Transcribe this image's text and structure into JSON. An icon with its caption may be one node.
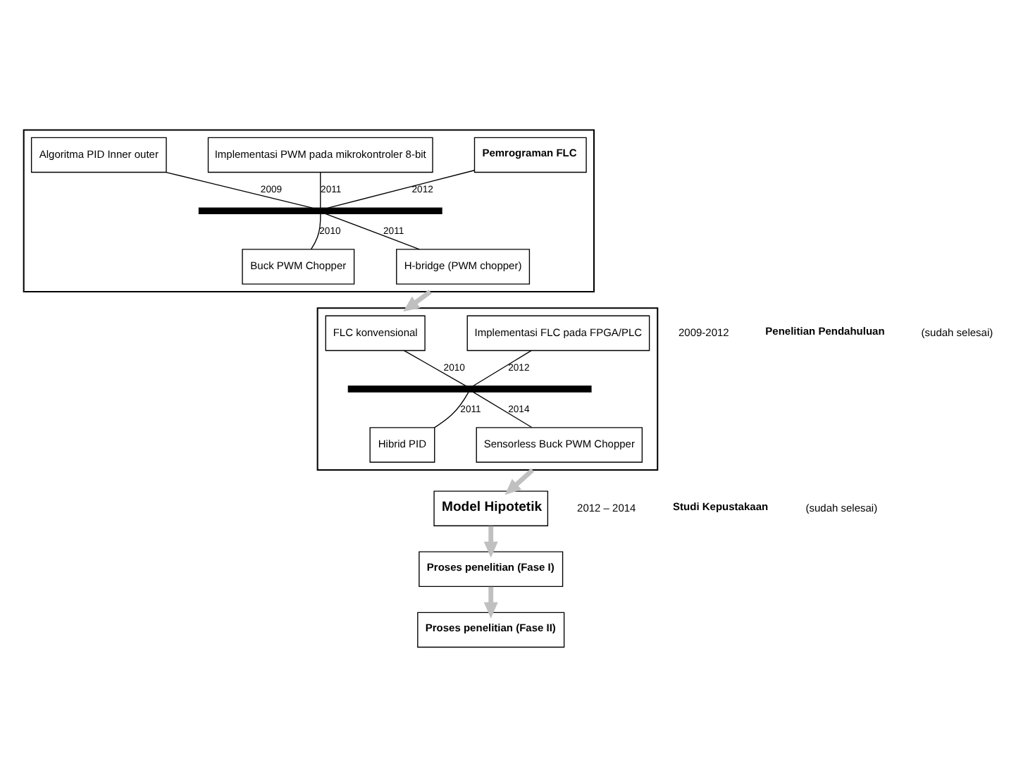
{
  "diagram": {
    "nodes": [
      {
        "text": [],
        "shape": "box"
      },
      {
        "text": [
          "Algoritma PID Inner outer"
        ],
        "in": 0
      },
      {
        "text": [
          "Implementasi PWM pada mikrokontroler 8-bit"
        ],
        "in": 0
      },
      {
        "text": [
          "Pemrograman FLC"
        ],
        "in": 0
      },
      {
        "text": [],
        "shape": "bar",
        "in": 0
      },
      {
        "text": [
          "Buck PWM Chopper"
        ],
        "in": 0
      },
      {
        "text": [
          "H-bridge (PWM chopper)"
        ],
        "in": 0
      },
      {
        "text": [],
        "shape": "box"
      },
      {
        "text": [
          "FLC konvensional"
        ],
        "in": 7
      },
      {
        "text": [
          "Implementasi FLC pada FPGA/PLC"
        ],
        "in": 7
      },
      {
        "text": [],
        "shape": "bar",
        "in": 7
      },
      {
        "text": [
          "Hibrid PID"
        ],
        "in": 7
      },
      {
        "text": [
          "Sensorless Buck PWM Chopper"
        ],
        "in": 7
      },
      {
        "text": [
          "Model Hipotetik"
        ]
      },
      {
        "text": [
          "Proses penelitian (Fase I)"
        ]
      },
      {
        "text": [
          "Proses penelitian (Fase II)"
        ]
      }
    ],
    "edges": [
      {
        "from": 1,
        "to": 4,
        "arrow": "none",
        "label": "2009"
      },
      {
        "from": 2,
        "to": 4,
        "arrow": "none",
        "label": "2011"
      },
      {
        "from": 3,
        "to": 4,
        "arrow": "none",
        "label": "2012"
      },
      {
        "from": 5,
        "to": 4,
        "arrow": "none",
        "label": "2010"
      },
      {
        "from": 6,
        "to": 4,
        "arrow": "none",
        "label": "2011"
      },
      {
        "from": 0,
        "to": 7,
        "arrow": "to",
        "style": "thick",
        "color": "#c0c0c0"
      },
      {
        "from": 8,
        "to": 10,
        "arrow": "none",
        "label": "2010"
      },
      {
        "from": 9,
        "to": 10,
        "arrow": "none",
        "label": "2012"
      },
      {
        "from": 11,
        "to": 10,
        "arrow": "none",
        "label": "2011"
      },
      {
        "from": 12,
        "to": 10,
        "arrow": "none",
        "label": "2014"
      },
      {
        "from": 7,
        "to": 13,
        "arrow": "to",
        "style": "thick",
        "color": "#c0c0c0"
      },
      {
        "from": 13,
        "to": 14,
        "arrow": "to",
        "style": "thick",
        "color": "#c0c0c0"
      },
      {
        "from": 14,
        "to": 15,
        "arrow": "to",
        "style": "thick",
        "color": "#c0c0c0"
      }
    ],
    "labels": [
      "2009-2012",
      "Penelitian Pendahuluan",
      "(sudah selesai)",
      "2012 – 2014",
      "Studi Kepustakaan",
      "(sudah selesai)"
    ]
  }
}
